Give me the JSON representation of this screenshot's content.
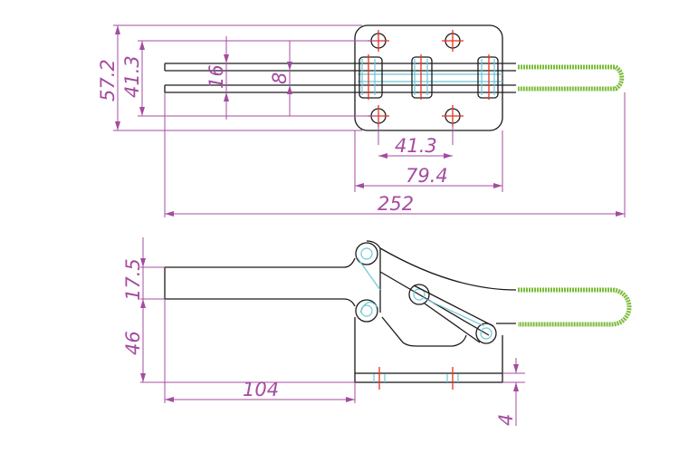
{
  "colors": {
    "outline": "#1a1a1a",
    "dimension": "#a44ca0",
    "centerline": "#e8321e",
    "hidden": "#6cc8d8",
    "grip": "#7cbc3a"
  },
  "top_view": {
    "dims": {
      "overall_height": "57.2",
      "hole_spacing_vertical": "41.3",
      "bar_outer": "16",
      "bar_gap": "8",
      "hole_spacing_horizontal": "41.3",
      "base_width": "79.4",
      "overall_length": "252"
    }
  },
  "side_view": {
    "dims": {
      "arm_height": "17.5",
      "base_height": "46",
      "arm_length": "104",
      "base_thickness": "4"
    }
  }
}
